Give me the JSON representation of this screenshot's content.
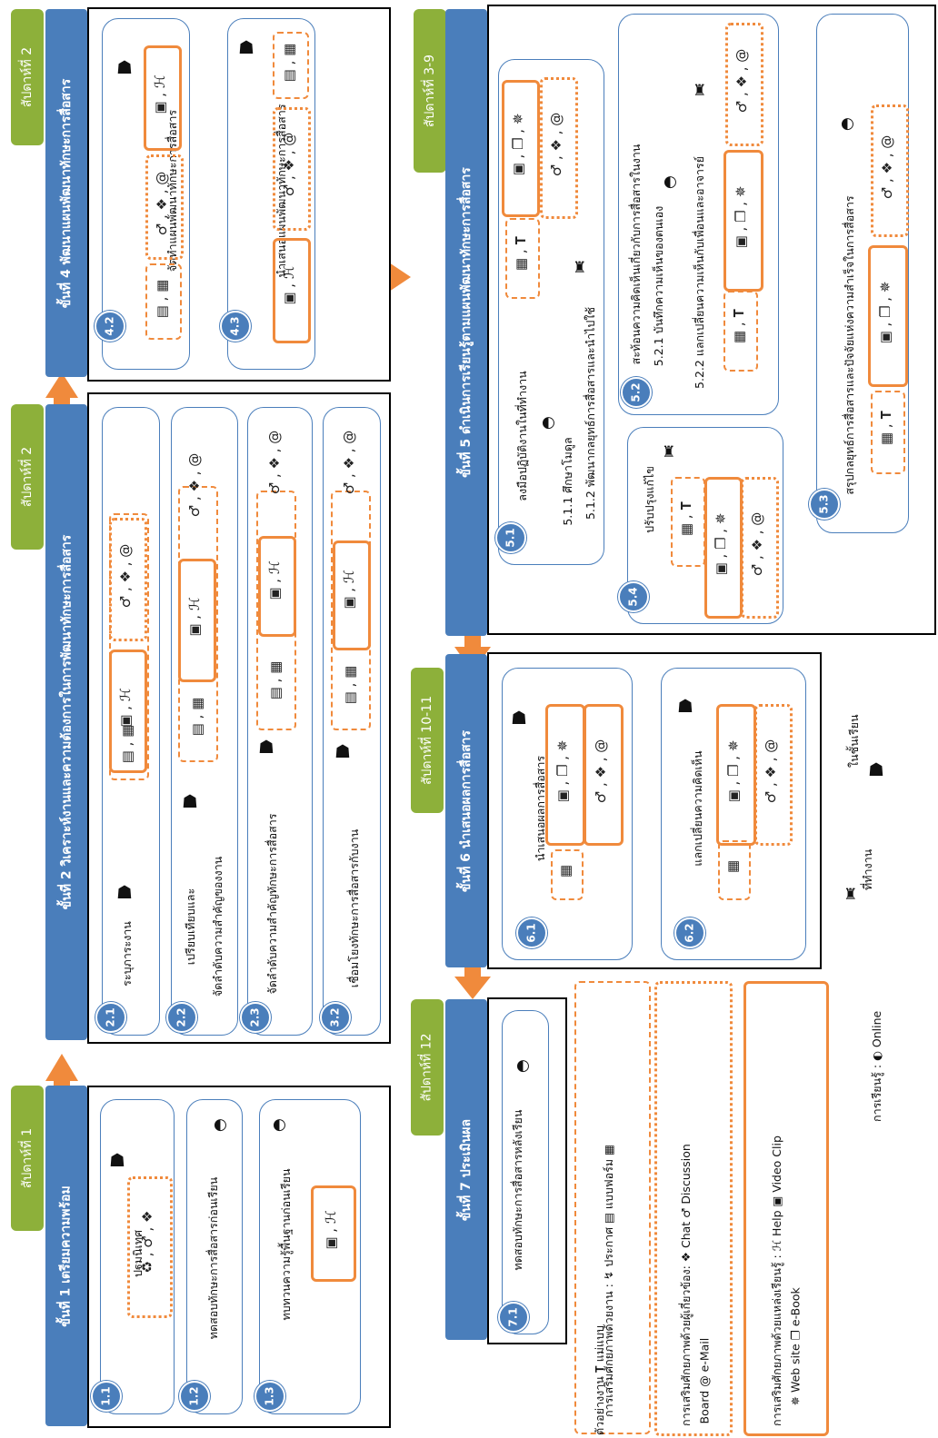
{
  "weeks": {
    "w1": "สัปดาห์ที่ 1",
    "w2a": "สัปดาห์ที่ 2",
    "w2b": "สัปดาห์ที่ 2",
    "w3_9": "สัปดาห์ที่ 3-9",
    "w10_11": "สัปดาห์ที่ 10-11",
    "w12": "สัปดาห์ที่ 12"
  },
  "steps": {
    "s1": "ขั้นที่ 1 เตรียมความพร้อม",
    "s2": "ขั้นที่ 2 วิเคราะห์งานและความต้องการในการพัฒนาทักษะการสื่อสาร",
    "s4": "ขั้นที่ 4 พัฒนาแผนพัฒนาทักษะการสื่อสาร",
    "s5": "ขั้นที่ 5 ดำเนินการเรียนรู้ตามแผนพัฒนาทักษะการสื่อสาร",
    "s6": "ขั้นที่ 6 นำเสนอผลการสื่อสาร",
    "s7": "ขั้นที่ 7 ประเมินผล"
  },
  "sub": {
    "n11": "1.1",
    "t11": "ปฐมนิเทศ",
    "n12": "1.2",
    "t12": "ทดสอบทักษะการสื่อสารก่อนเรียน",
    "n13": "1.3",
    "t13": "ทบทวนความรู้พื้นฐานก่อนเรียน",
    "n21": "2.1",
    "t21": "ระบุภาระงาน",
    "n22": "2.2",
    "t22a": "เปรียบเทียบและ",
    "t22b": "จัดลำดับความสำคัญของงาน",
    "n23": "2.3",
    "t23": "จัดลำดับความสำคัญทักษะการสื่อสาร",
    "n32": "3.2",
    "t32": "เชื่อมโยงทักษะการสื่อสารกับงาน",
    "n42": "4.2",
    "t42": "จัดทำแผนพัฒนาทักษะการสื่อสาร",
    "n43": "4.3",
    "t43": "นำเสนอแผนพัฒนาทักษะการสื่อสาร",
    "n51": "5.1",
    "t51": "ลงมือปฏิบัติงานในที่ทำงาน",
    "t511": "5.1.1 ศึกษาโมดูล",
    "t512": "5.1.2 พัฒนากลยุทธ์การสื่อสารและนำไปใช้",
    "n52": "5.2",
    "t52": "สะท้อนความคิดเห็นเกี่ยวกับการสื่อสารในงาน",
    "t521": "5.2.1 บันทึกความเห็นของตนเอง",
    "t522": "5.2.2 แลกเปลี่ยนความเห็นกับเพื่อนและอาจารย์",
    "n53": "5.3",
    "t53": "สรุปกลยุทธ์การสื่อสารและปัจจัยแห่งความสำเร็จในการสื่อสาร",
    "n54": "5.4",
    "t54": "ปรับปรุงแก้ไข",
    "n61": "6.1",
    "t61": "นำเสนอผลการสื่อสาร",
    "n62": "6.2",
    "t62": "แลกเปลี่ยนความคิดเห็น",
    "n71": "7.1",
    "t71": "ทดสอบทักษะการสื่อสารหลังเรียน"
  },
  "icons": {
    "docs": "▤ , ▦",
    "video_help": "▣ , ℋ",
    "collab": "♂ , ❖ , @",
    "web_book": "▣ , ❐ , ✵",
    "news": "♻ , ♂ , ❖",
    "single_doc": "▦",
    "doc_t": "▦ , 𝐓"
  },
  "legend": {
    "line1": "การเสริมศักยภาพด้วยงาน : ↯ ประกาศ ▤ แบบฟอร์ม ▦",
    "line1b": "ตัวอย่างงาน 𝐓 แม่แบบ",
    "line2": "การเสริมศักยภาพด้วยผู้เกี่ยวข้อง: ❖ Chat ♂ Discussion",
    "line2b": "Board @ e-Mail",
    "line3": "การเสริมศักยภาพด้วยแหล่งเรียนรู้ : ℋ Help ▣ Video Clip",
    "line3b": "✵ Web site ❐ e-Book",
    "learn": "การเรียนรู้ : ◐ Online",
    "work": "ที่ทำงาน",
    "class": "ในชั้นเรียน"
  }
}
